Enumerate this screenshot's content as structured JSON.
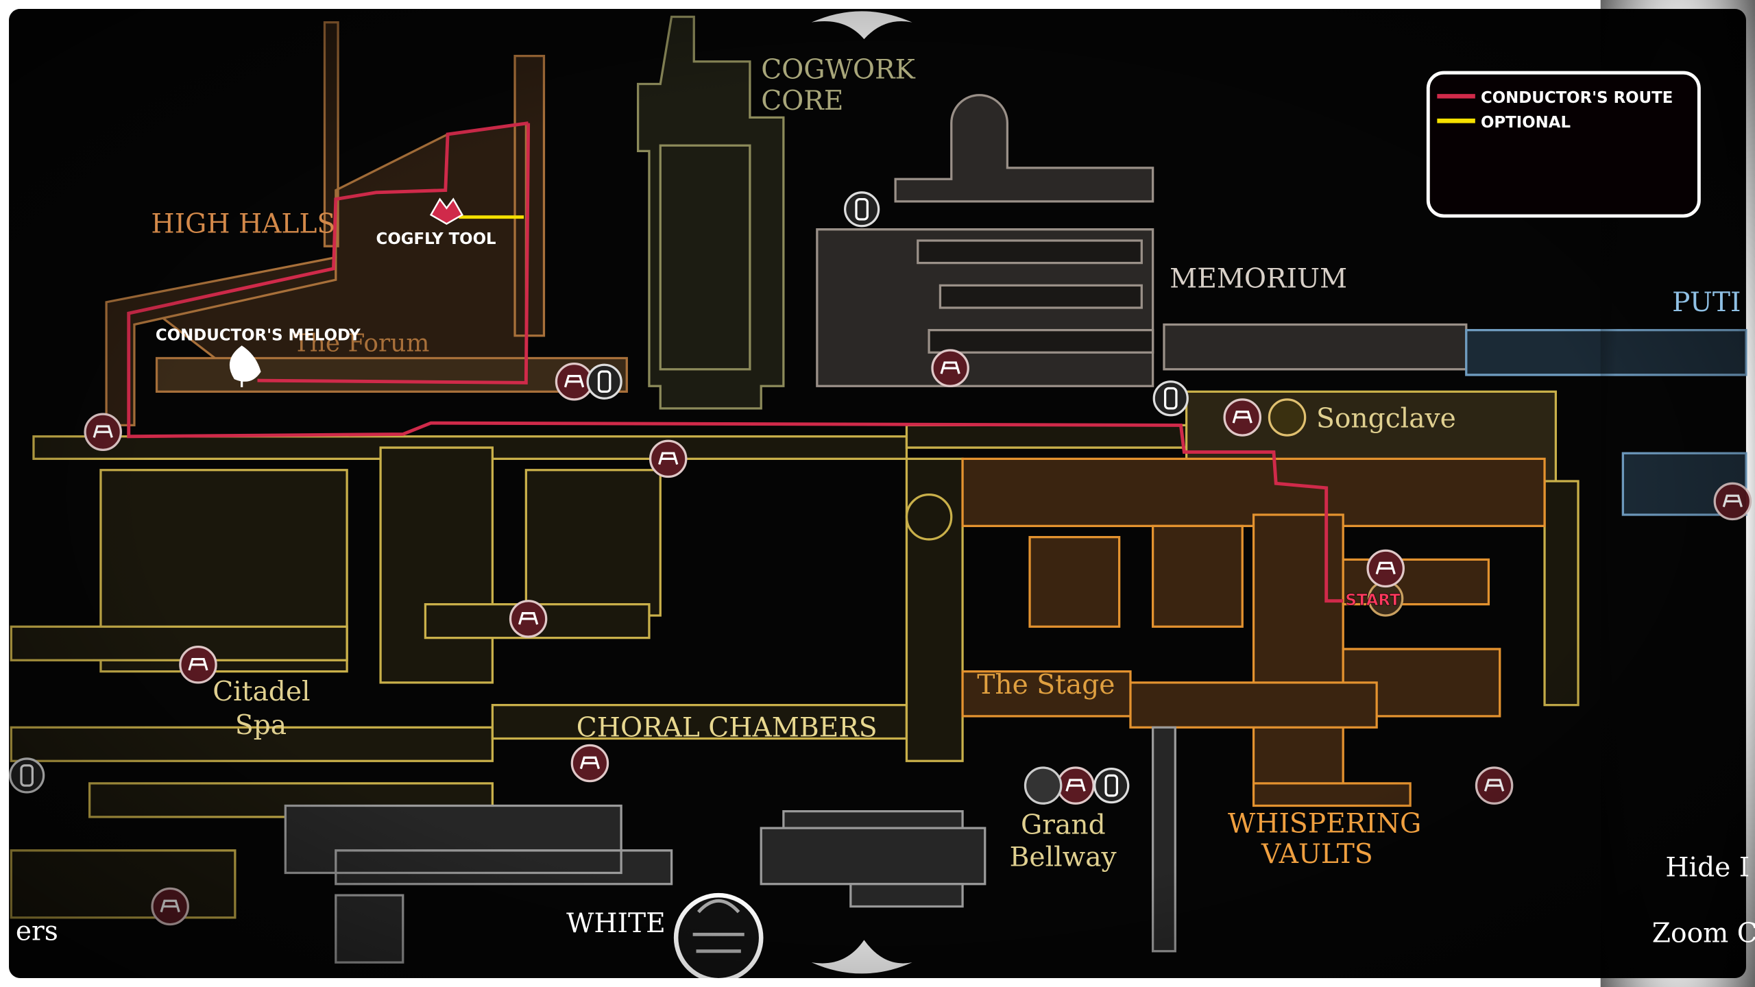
{
  "legend": {
    "items": [
      {
        "label": "CONDUCTOR'S ROUTE",
        "color": "#d02a4a"
      },
      {
        "label": "OPTIONAL",
        "color": "#f5e000"
      }
    ]
  },
  "regions": {
    "high_halls": "HIGH HALLS",
    "the_forum": "The Forum",
    "cogwork_core_1": "COGWORK",
    "cogwork_core_2": "CORE",
    "memorium": "MEMORIUM",
    "songclave": "Songclave",
    "putrified": "PUTI",
    "citadel_spa_1": "Citadel",
    "citadel_spa_2": "Spa",
    "choral_chambers": "CHORAL CHAMBERS",
    "the_stage": "The Stage",
    "grand_bellway_1": "Grand",
    "grand_bellway_2": "Bellway",
    "whispering_vaults_1": "WHISPERING",
    "whispering_vaults_2": "VAULTS",
    "whiteward": "WHITE",
    "left_edge": "ers"
  },
  "markers": {
    "cogfly_tool": "COGFLY TOOL",
    "conductors_melody": "CONDUCTOR'S MELODY",
    "start": "START"
  },
  "side_menu": {
    "hide": "Hide I",
    "zoom": "Zoom C"
  },
  "colors": {
    "route": "#d02a4a",
    "optional": "#f5e000",
    "high_halls": "#a8703a",
    "citadel": "#c9b04a",
    "vaults": "#e3922f",
    "cogwork": "#8c8a5a",
    "memorium": "#9a9088",
    "putrified": "#6f9cc0",
    "whiteward": "#9a9a9a"
  }
}
